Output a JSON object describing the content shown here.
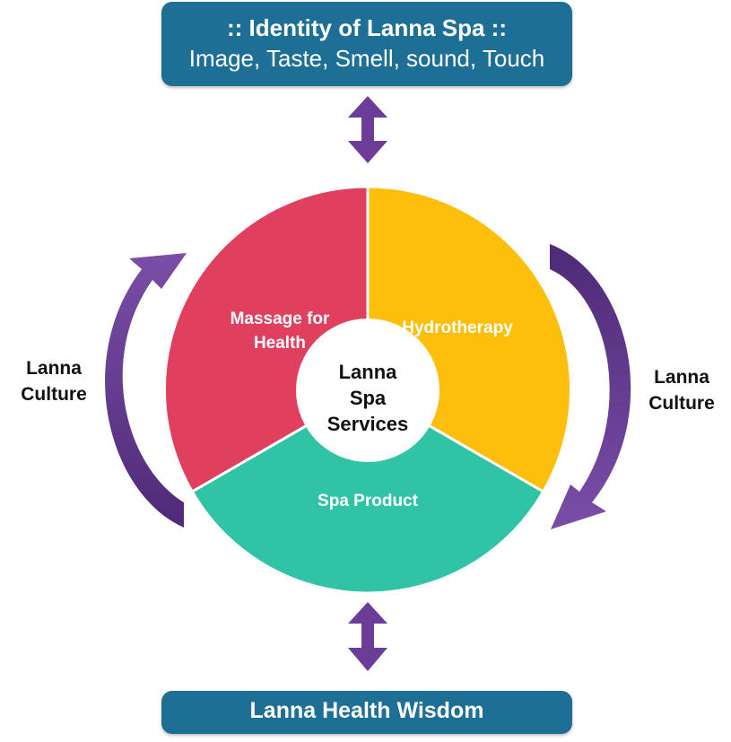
{
  "top_box": {
    "title": ":: Identity of Lanna Spa ::",
    "subtitle": "Image, Taste, Smell, sound, Touch"
  },
  "bottom_box": {
    "title": "Lanna Health Wisdom"
  },
  "center": {
    "line1": "Lanna",
    "line2": "Spa",
    "line3": "Services"
  },
  "segments": {
    "massage": {
      "line1": "Massage for",
      "line2": "Health",
      "color": "#e0405e"
    },
    "hydrotherapy": {
      "label": "Hydrotherapy",
      "color": "#fdbf0b"
    },
    "spa_product": {
      "label": "Spa Product",
      "color": "#31c3a6"
    }
  },
  "left_label": {
    "line1": "Lanna",
    "line2": "Culture"
  },
  "right_label": {
    "line1": "Lanna",
    "line2": "Culture"
  },
  "colors": {
    "box": "#1e6f96",
    "arrow": "#6c3d98",
    "center_fill": "#ffffff"
  },
  "icons": [
    "double-arrow-vertical",
    "curved-arrow-left",
    "curved-arrow-right"
  ]
}
